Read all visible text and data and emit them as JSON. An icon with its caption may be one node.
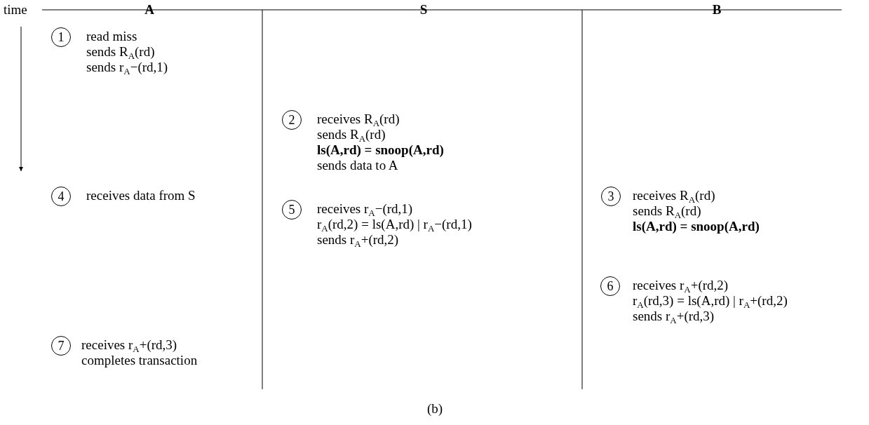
{
  "diagram": {
    "caption": "(b)",
    "labels": [
      "time",
      "A",
      "S",
      "B"
    ],
    "nodes": [
      {
        "text": [
          "1"
        ],
        "beside": [
          "read miss",
          "sends R$_{A}$(rd)",
          "sends r$_{A}$−(rd,1)"
        ]
      },
      {
        "text": [
          "2"
        ],
        "beside": [
          "receives R$_{A}$(rd)",
          "sends R$_{A}$(rd)",
          "**ls(A,rd) = snoop(A,rd)**",
          "sends data to A"
        ]
      },
      {
        "text": [
          "3"
        ],
        "beside": [
          "receives R$_{A}$(rd)",
          "sends R$_{A}$(rd)",
          "**ls(A,rd) = snoop(A,rd)**"
        ]
      },
      {
        "text": [
          "4"
        ],
        "beside": [
          "receives data from S"
        ]
      },
      {
        "text": [
          "5"
        ],
        "beside": [
          "receives r$_{A}$−(rd,1)",
          "r$_{A}$(rd,2) = ls(A,rd) | r$_{A}$−(rd,1)",
          "sends r$_{A}$+(rd,2)"
        ]
      },
      {
        "text": [
          "6"
        ],
        "beside": [
          "receives r$_{A}$+(rd,2)",
          "r$_{A}$(rd,3) = ls(A,rd) | r$_{A}$+(rd,2)",
          "sends r$_{A}$+(rd,3)"
        ]
      },
      {
        "text": [
          "7"
        ],
        "beside": [
          "receives r$_{A}$+(rd,3)",
          "completes transaction"
        ]
      }
    ]
  }
}
